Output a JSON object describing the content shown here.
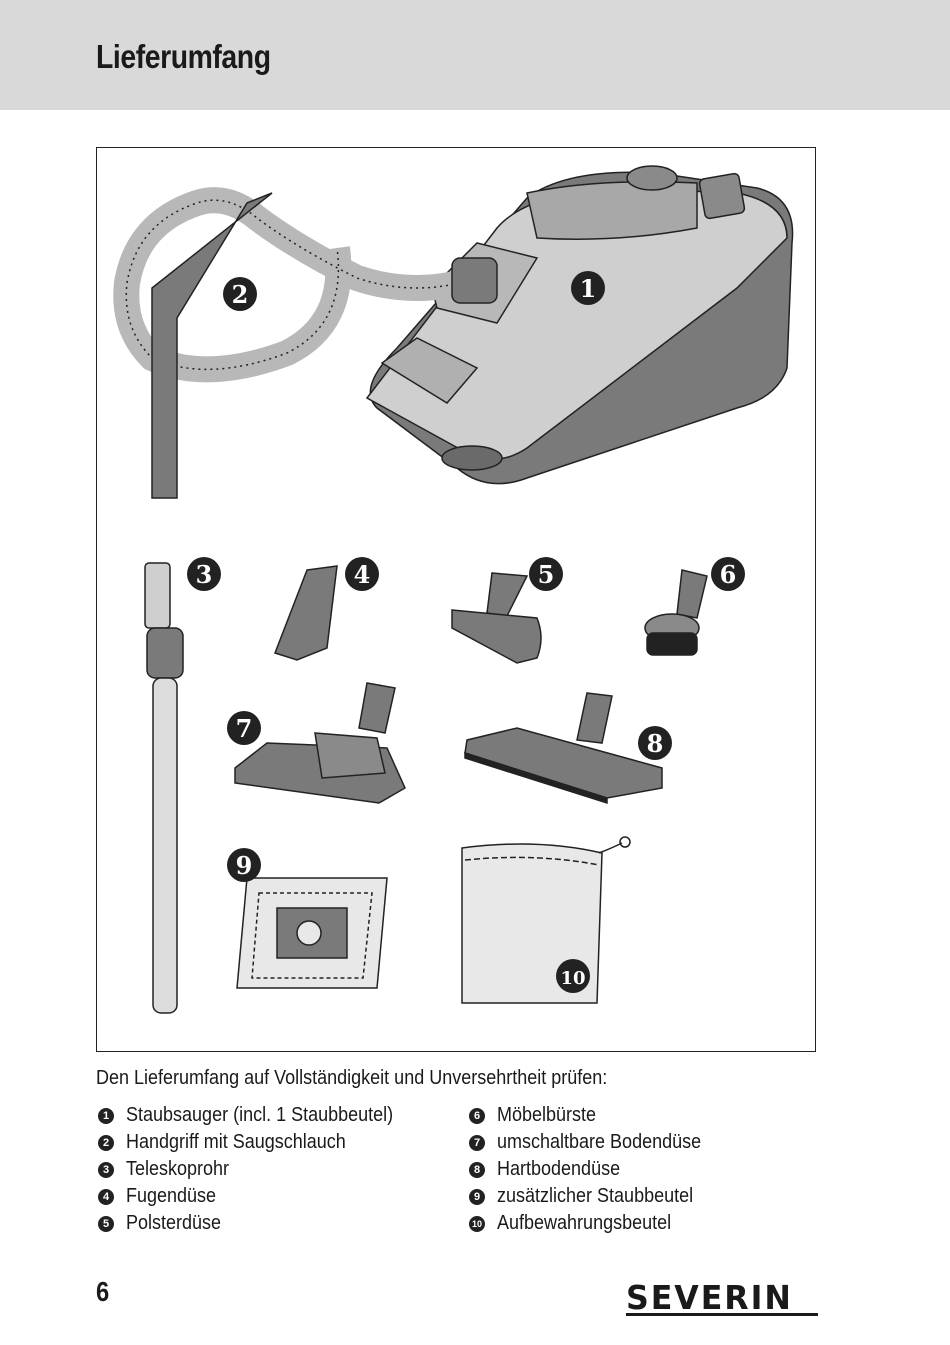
{
  "header": {
    "title": "Lieferumfang"
  },
  "figure": {
    "badges": [
      "1",
      "2",
      "3",
      "4",
      "5",
      "6",
      "7",
      "8",
      "9",
      "10"
    ]
  },
  "intro": "Den Lieferumfang auf Vollständigkeit und Unversehrtheit prüfen:",
  "items": [
    {
      "num": "1",
      "label": "Staubsauger (incl. 1 Staubbeutel)"
    },
    {
      "num": "2",
      "label": "Handgriff mit Saugschlauch"
    },
    {
      "num": "3",
      "label": "Teleskoprohr"
    },
    {
      "num": "4",
      "label": "Fugendüse"
    },
    {
      "num": "5",
      "label": "Polsterdüse"
    },
    {
      "num": "6",
      "label": "Möbelbürste"
    },
    {
      "num": "7",
      "label": "umschaltbare Bodendüse"
    },
    {
      "num": "8",
      "label": "Hartbodendüse"
    },
    {
      "num": "9",
      "label": "zusätzlicher Staubbeutel"
    },
    {
      "num": "10",
      "label": "Aufbewahrungsbeutel"
    }
  ],
  "footer": {
    "page_number": "6",
    "brand": "SEVERIN"
  },
  "colors": {
    "header_bg": "#d9d9d9",
    "part_dark": "#7a7a7a",
    "part_light": "#cfcfcf"
  }
}
